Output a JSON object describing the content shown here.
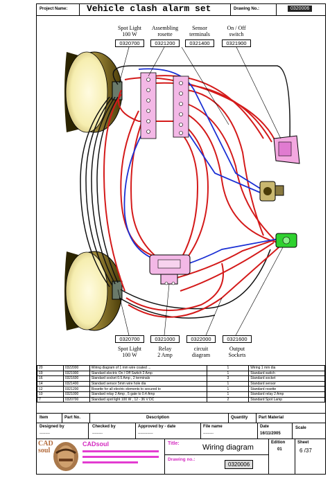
{
  "header": {
    "project_label": "Project Name:",
    "project_name": "Vehicle clash alarm set",
    "drawing_label": "Drawing No.:",
    "drawing_no": "0320006"
  },
  "top_components": [
    {
      "label": "Spot Light\n100 W",
      "code": "0320700"
    },
    {
      "label": "Assembling\nrosette",
      "code": "0321200"
    },
    {
      "label": "Sensor\nterminals",
      "code": "0321400"
    },
    {
      "label": "On / Off\nswitch",
      "code": "0321900"
    }
  ],
  "bottom_components": [
    {
      "label": "Spot Light\n100 W",
      "code": "0320700"
    },
    {
      "label": "Relay\n2 Amp",
      "code": "0321000"
    },
    {
      "label": "circuit\ndiagram",
      "code": "0322000"
    },
    {
      "label": "Output\nSockets",
      "code": "0321600"
    }
  ],
  "parts_list": [
    {
      "item": "20",
      "part": "0322000",
      "desc": "Wiring diagram of 1 mm wire coated ...",
      "qty": "1",
      "material": "Wiring 1 mm dia"
    },
    {
      "item": "19",
      "part": "0321900",
      "desc": "Standard electric On / Off Switch 2 Amp",
      "qty": "1",
      "material": "Standard switch"
    },
    {
      "item": "16",
      "part": "0321600",
      "desc": "Standard socket 0.5 Amp , 2 terminals",
      "qty": "3",
      "material": "Standard socket"
    },
    {
      "item": "14",
      "part": "0321400",
      "desc": "Standard sensor 5mm wire hole dia",
      "qty": "1",
      "material": "Standard sensor"
    },
    {
      "item": "12",
      "part": "0321200",
      "desc": "Rosette for all electric elements to secured to",
      "qty": "1",
      "material": "Standard rosette"
    },
    {
      "item": "10",
      "part": "0321000",
      "desc": "Standard relay 2 Amp , 5 gate to 0.4 Amp",
      "qty": "1",
      "material": "Standard relay 2 Amp"
    },
    {
      "item": "7",
      "part": "0320700",
      "desc": "Standard spot light 100 W , 12 - 36 V DC",
      "qty": "2",
      "material": "Standard Spot Lamp"
    }
  ],
  "parts_header": {
    "item": "Item",
    "part_no": "Part No.",
    "description": "Description",
    "quantity": "Quantity",
    "material": "Part Material"
  },
  "approval": {
    "designed_by": "Designed by",
    "checked_by": "Checked by",
    "approved_by": "Approved by - date",
    "file_name": "File name",
    "designed_val": "---------",
    "checked_val": "---------",
    "approved_val": "-------------",
    "file_val": "---------",
    "date_label": "Date",
    "date_val": "16/11/2005",
    "scale_label": "Scale"
  },
  "title_block": {
    "logo_text": "CADsoul",
    "logo_letters": "CAD\nsoul",
    "title_label": "Title:",
    "title": "Wiring diagram",
    "drawing_no_label": "Drawing no.:",
    "drawing_no": "0320006",
    "edition_label": "Edition",
    "edition": "01",
    "sheet_label": "Sheet",
    "sheet": "6 /37"
  },
  "colors": {
    "red": "#d41a1a",
    "blue": "#1a2fd4",
    "black": "#111111",
    "pink": "#f3b8e6",
    "green": "#2fd22f"
  }
}
